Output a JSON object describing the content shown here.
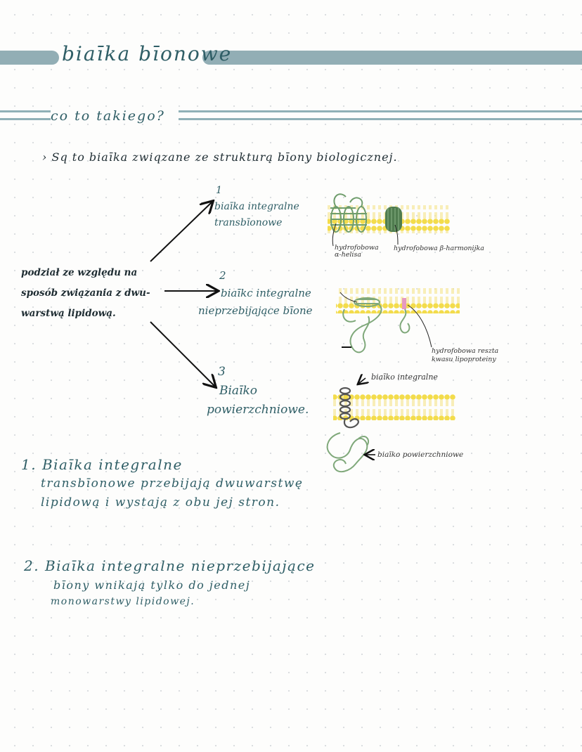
{
  "title": "biaīka bīonowe",
  "section_heading": "co to takiego?",
  "definition": "› Sq to biaīka zwiqzane ze strukturą bīony biologicznej.",
  "division": {
    "lines": [
      "podział ze względu na",
      "sposób związania z dwu-",
      "warstwą lipidową."
    ]
  },
  "categories": [
    {
      "number": "1",
      "lines": [
        "biaīka integralne",
        "transbīonowe"
      ]
    },
    {
      "number": "2",
      "lines": [
        "biaīkc integralne",
        "nieprzebijające bīone"
      ]
    },
    {
      "number": "3",
      "lines": [
        "Biaīko",
        "powierzchniowe."
      ]
    }
  ],
  "diagram_labels": {
    "alpha_helix": [
      "hydrofobowa",
      "α-helisa"
    ],
    "beta_barrel": "hydrofobowa β-harmonijka",
    "lipid_residue": [
      "hydrofobowa reszta",
      "kwasu lipoproteiny"
    ],
    "integral_protein": "biaīko integralne",
    "surface_protein": "biaīko powierzchniowe"
  },
  "notes": [
    {
      "lines": [
        "1. Biaīka integralne",
        "transbīonowe przebijają dwuwarstwę",
        "lipidową i wystają z obu jej stron."
      ]
    },
    {
      "lines": [
        "2. Biaīka integralne nieprzebijające",
        "bīony wnikają tylko do jednej",
        "monowarstwy lipidowej."
      ]
    }
  ],
  "colors": {
    "accent_teal": "#2f5e66",
    "bar": "#92aeb5",
    "membrane": "#f3dc4b",
    "protein_green": "#7fa87a",
    "lipid_pink": "#e69ac0"
  }
}
